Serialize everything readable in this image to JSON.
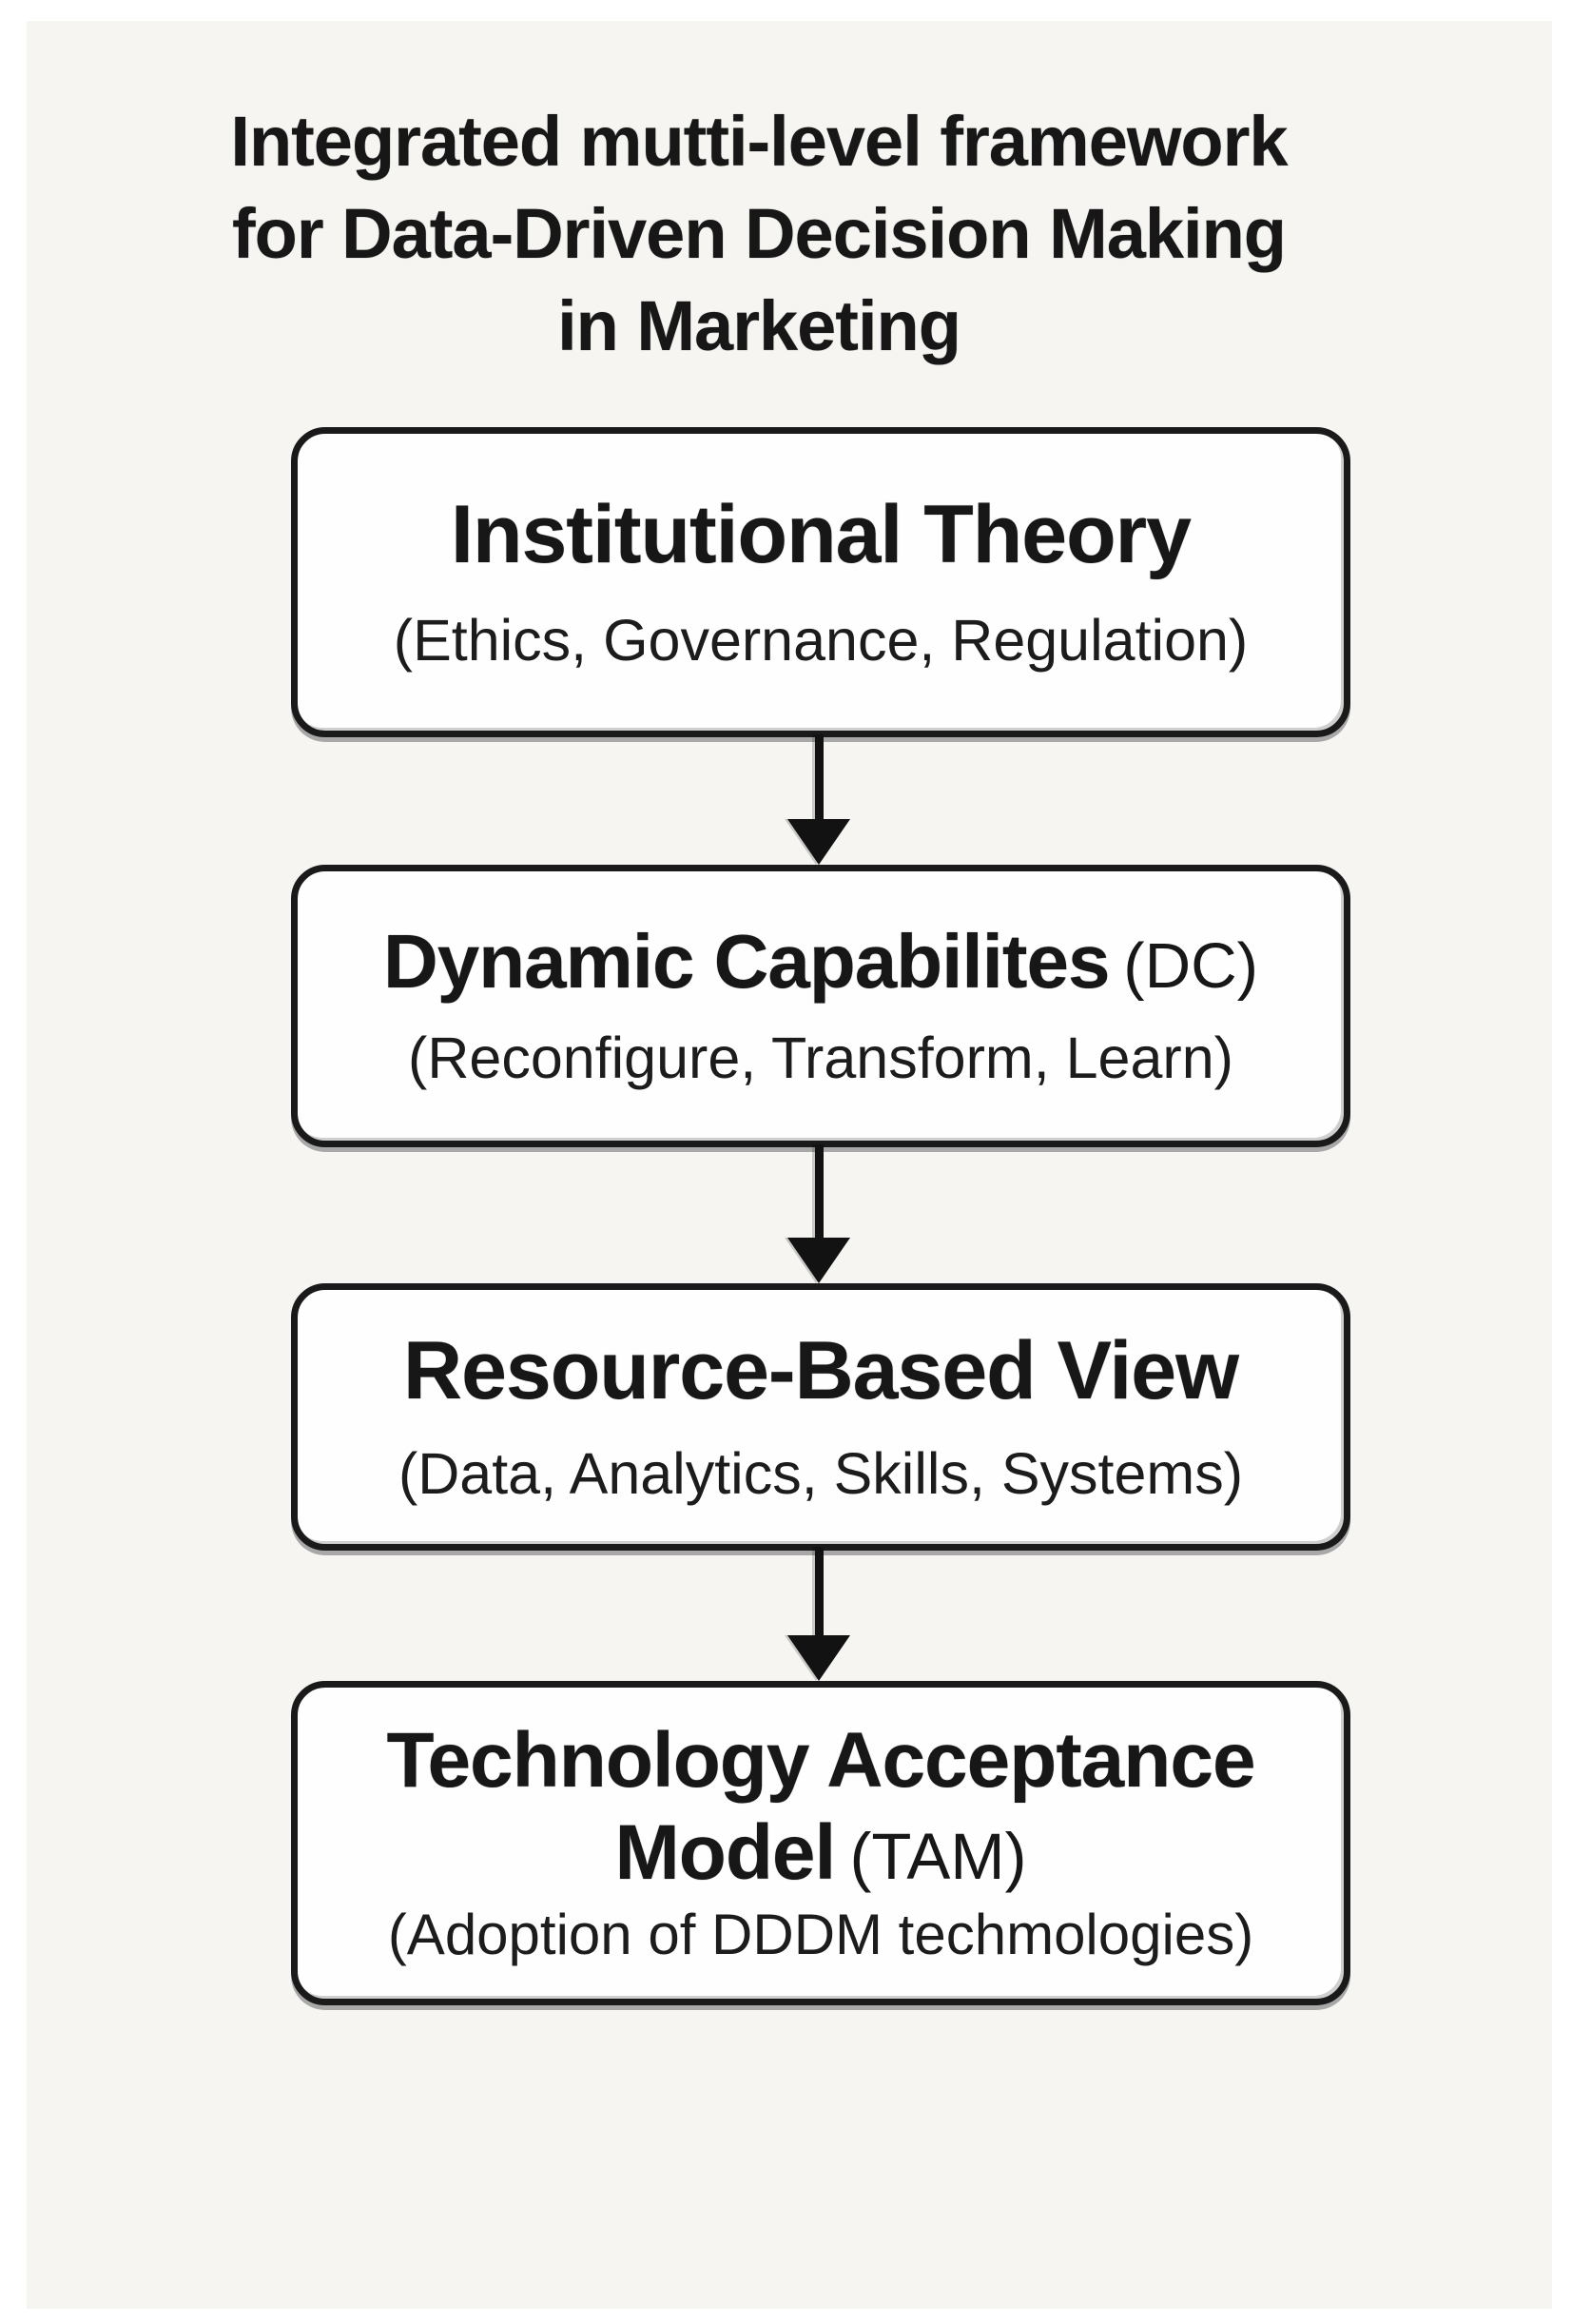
{
  "title": {
    "line1": "Integrated mutti-level framework",
    "line2": "for Data-Driven Decision Making",
    "line3": "in Marketing"
  },
  "flowchart": {
    "boxes": [
      {
        "title": "Institutional Theory",
        "subtitle": "(Ethics, Governance, Regulation)"
      },
      {
        "title": "Dynamic Capabilites",
        "suffix": "(DC)",
        "subtitle": "(Reconfigure, Transform, Learn)"
      },
      {
        "title": "Resource-Based View",
        "subtitle": "(Data, Analytics, Skills, Systems)"
      },
      {
        "title_line1": "Technology Acceptance",
        "title_line2": "Model",
        "suffix": "(TAM)",
        "subtitle": "(Adoption of DDDM techmologies)"
      }
    ]
  },
  "colors": {
    "page_background": "#ffffff",
    "panel_background": "#f6f5f2",
    "text": "#171717",
    "box_border": "#1a1a1a",
    "box_fill": "#fefefe",
    "shadow": "#a8a8a8"
  }
}
